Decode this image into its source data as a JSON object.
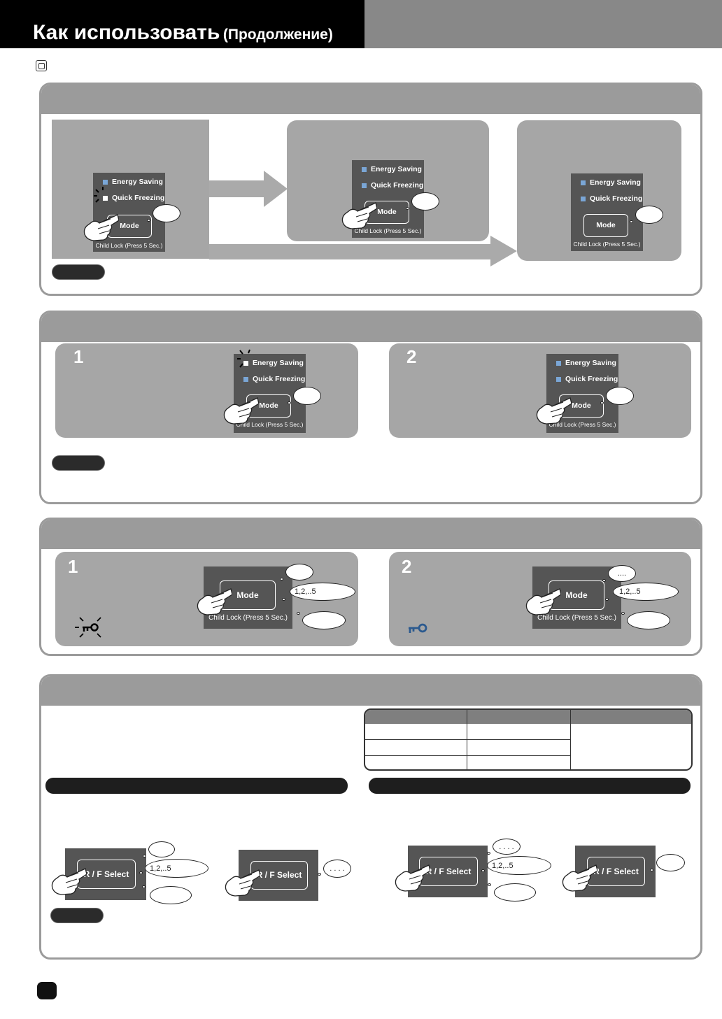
{
  "header": {
    "title_main": "Как использовать",
    "title_sub": "(Продолжение)",
    "icon": "square-icon"
  },
  "panel_labels": {
    "energy_saving": "Energy Saving",
    "quick_freezing": "Quick Freezing",
    "mode": "Mode",
    "child_lock": "Child Lock (Press 5 Sec.)",
    "rf_select": "R / F Select"
  },
  "bubbles": {
    "sequence": "1,2,..5",
    "dots": "....",
    "dots_spaced": ". . . ."
  },
  "steps": {
    "one": "1",
    "two": "2"
  },
  "icons": {
    "key": "key-icon",
    "hand": "hand-pointer-icon"
  },
  "colors": {
    "header_black": "#000000",
    "header_gray": "#888888",
    "section_border": "#9b9b9b",
    "box_gray": "#a6a6a6",
    "panel_dark": "#555555",
    "led_blue": "#7aa6d6",
    "key_blue": "#2c5a8f"
  }
}
